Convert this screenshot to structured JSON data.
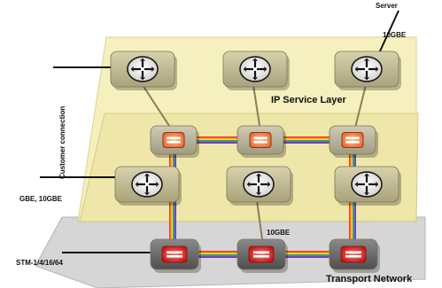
{
  "labels": {
    "server": "Server",
    "server_link": "10GBE",
    "ip_service_layer": "IP Service Layer",
    "customer_connection": "Customer connection",
    "customer_link": "GBE, 10GBE",
    "transport_link": "10GBE",
    "stm": "STM-1/4/16/64",
    "transport_network": "Transport Network"
  },
  "colors": {
    "ip_layer_fill": "#f5efb8",
    "mid_layer_fill": "#f0e8ad",
    "transport_layer_fill": "#d6d6d6",
    "router_tile": "#c9c29a",
    "switch_tile_mid": "#b9b79c",
    "switch_tile_transport": "#6f6f6f",
    "switch_orange": "#f28a4c",
    "switch_red": "#e02020",
    "rainbow": [
      "#e53935",
      "#fb8c00",
      "#fdd835",
      "#43a047",
      "#1e88e5",
      "#8e24aa"
    ]
  },
  "nodes": {
    "routers": [
      "router-top-left",
      "router-top-center",
      "router-top-right",
      "router-bottom-left",
      "router-bottom-center",
      "router-bottom-right"
    ],
    "ip_switches": [
      "ip-switch-left",
      "ip-switch-center",
      "ip-switch-right"
    ],
    "transport_switches": [
      "transport-switch-left",
      "transport-switch-center",
      "transport-switch-right"
    ]
  }
}
